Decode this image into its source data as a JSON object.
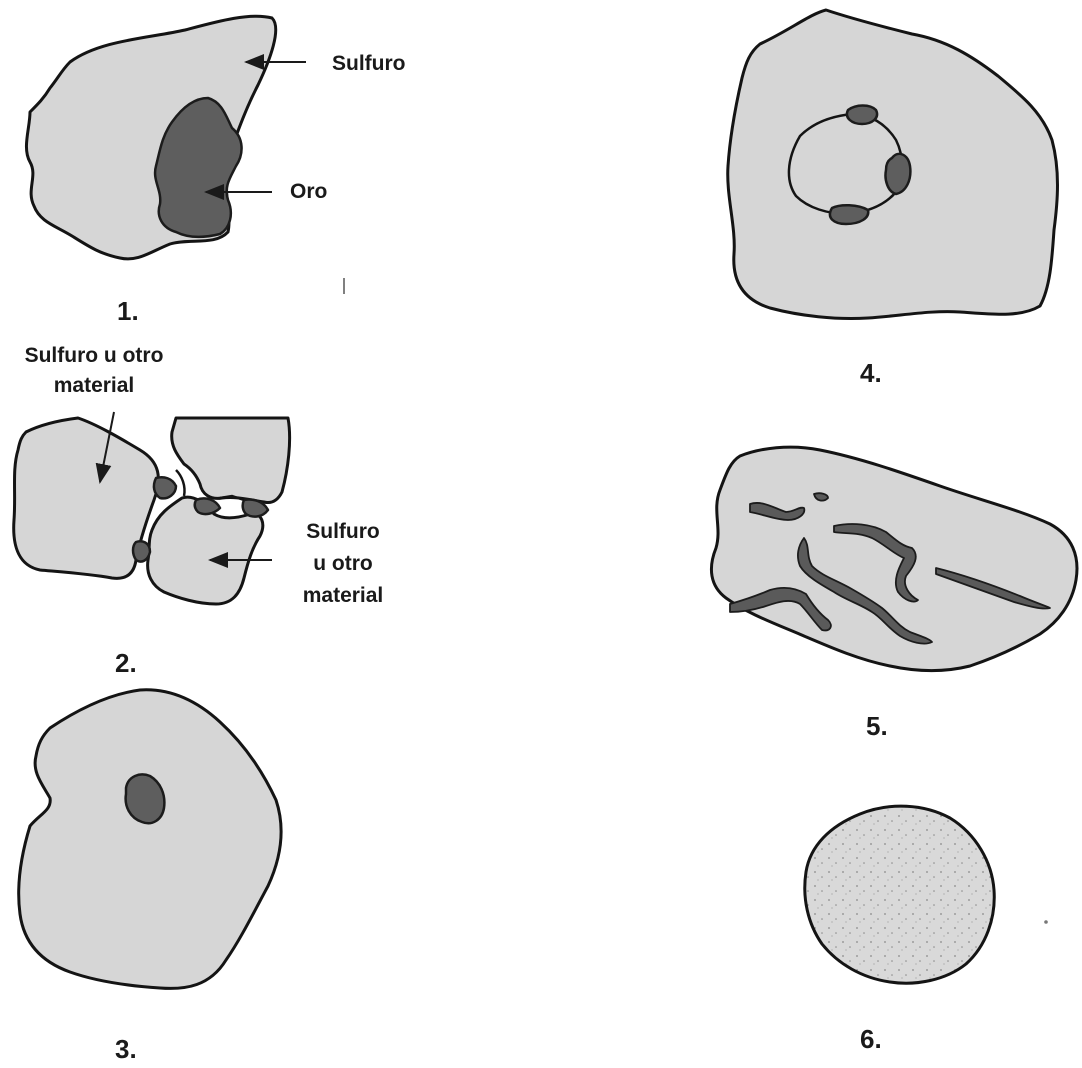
{
  "panels": [
    {
      "number": "1.",
      "labels": [
        "Sulfuro",
        "Oro"
      ]
    },
    {
      "number": "2.",
      "labels": [
        "Sulfuro u otro",
        "material",
        "Sulfuro",
        "u otro",
        "material"
      ]
    },
    {
      "number": "3."
    },
    {
      "number": "4."
    },
    {
      "number": "5."
    },
    {
      "number": "6."
    }
  ],
  "colors": {
    "sulfide_fill": "#d6d6d6",
    "gold_fill": "#5e5e5e",
    "outline": "#141414",
    "background": "#ffffff"
  }
}
